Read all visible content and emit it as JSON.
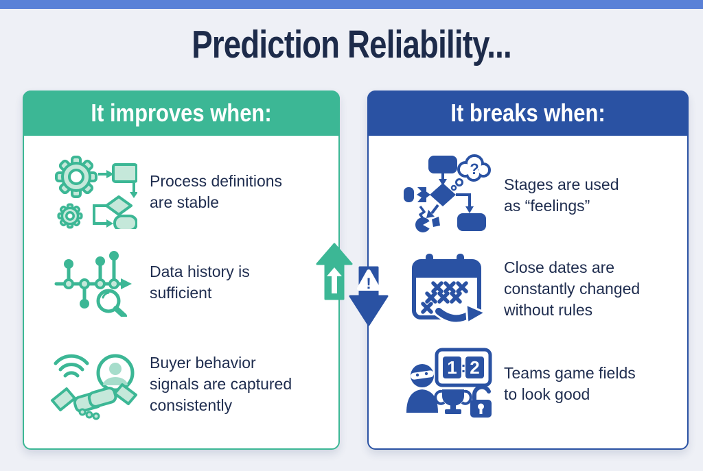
{
  "page": {
    "title": "Prediction Reliability..."
  },
  "palette": {
    "teal": "#3cb795",
    "teal_light": "#c5e8da",
    "navy": "#2a52a3",
    "text_dark": "#1f2d4f",
    "background": "#eef0f6",
    "top_bar": "#5a81d7",
    "card_background": "#ffffff"
  },
  "left_card": {
    "header": "It improves when:",
    "items": [
      {
        "icon": "gears-flowchart-icon",
        "text": "Process definitions are stable",
        "lines": [
          "Process definitions",
          "are stable"
        ]
      },
      {
        "icon": "timeline-magnifier-icon",
        "text": "Data history is sufficient",
        "lines": [
          "Data history is",
          "sufficient"
        ]
      },
      {
        "icon": "handshake-signals-icon",
        "text": "Buyer behavior signals are captured consistently",
        "lines": [
          "Buyer behavior",
          "signals are captured",
          "consistently"
        ]
      }
    ]
  },
  "right_card": {
    "header": "It breaks when:",
    "items": [
      {
        "icon": "broken-flowchart-question-icon",
        "text": "Stages are used as “feelings”",
        "lines": [
          "Stages are used",
          "as “feelings”"
        ],
        "bubble_glyph": "?"
      },
      {
        "icon": "calendar-crossed-dates-icon",
        "text": "Close dates are constantly changed without rules",
        "lines": [
          "Close dates are",
          "constantly changed",
          "without rules"
        ]
      },
      {
        "icon": "masked-player-scoreboard-icon",
        "text": "Teams game fields to look good",
        "lines": [
          "Teams game fields",
          "to look good"
        ],
        "scoreboard": {
          "home": "1",
          "separator": ":",
          "away": "2"
        }
      }
    ]
  },
  "center": {
    "warning_glyph": "!"
  }
}
